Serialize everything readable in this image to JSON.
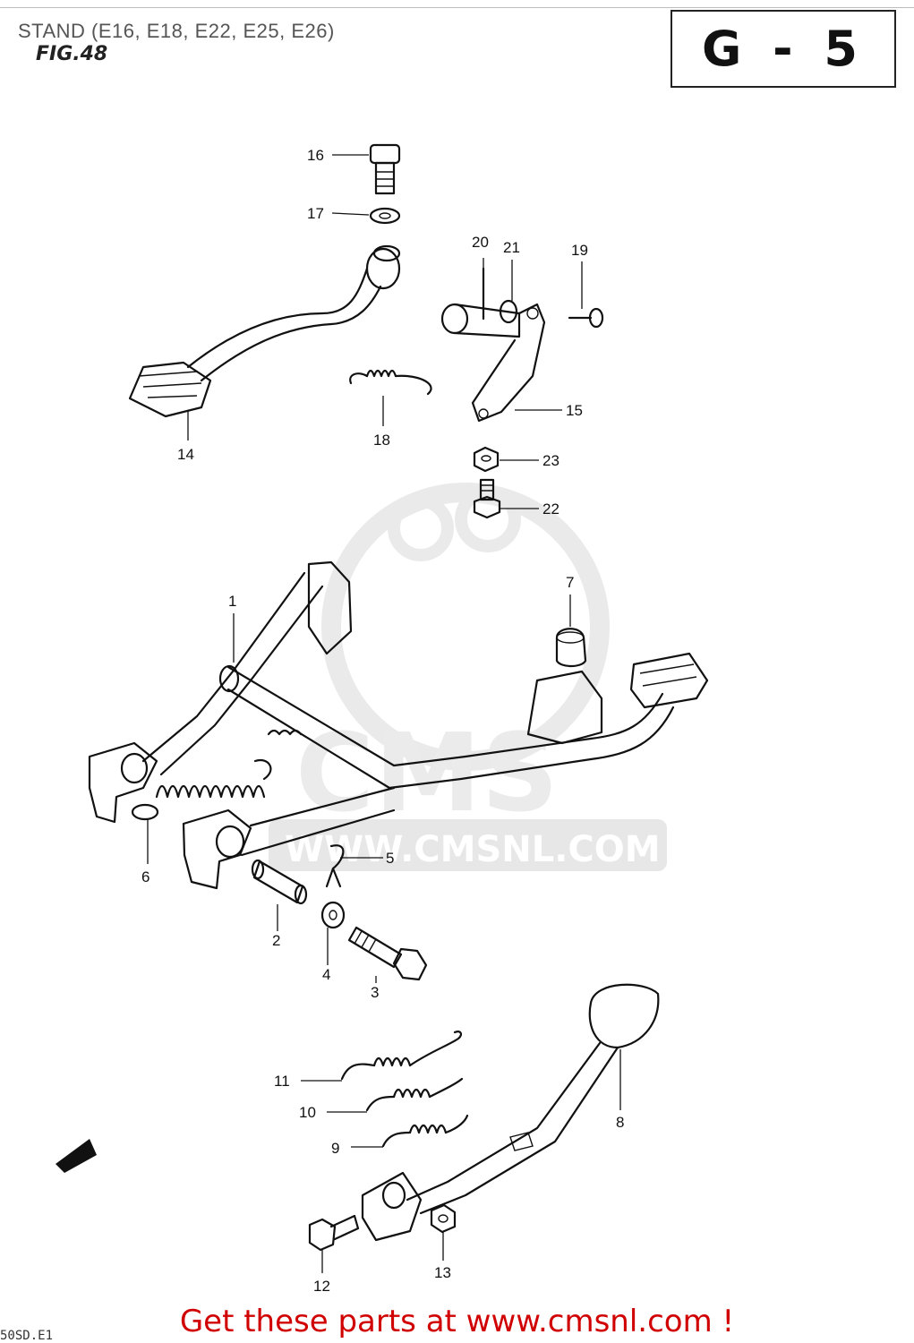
{
  "header": {
    "title": "STAND (E16, E18, E22, E25, E26)",
    "fig_label": "FIG.48",
    "page_code": "G - 5"
  },
  "watermark": {
    "text": "WWW.CMSNL.COM",
    "logo_letters": "CMS"
  },
  "callouts": [
    "1",
    "2",
    "3",
    "4",
    "5",
    "6",
    "7",
    "8",
    "9",
    "10",
    "11",
    "12",
    "13",
    "14",
    "15",
    "16",
    "17",
    "18",
    "19",
    "20",
    "21",
    "22",
    "23"
  ],
  "footer": {
    "text": "Get these parts at www.cmsnl.com !",
    "corner_code": "50SD.E1"
  },
  "colors": {
    "footer_red": "#d10000",
    "watermark_gray": "#d9d9d9",
    "line": "#111111"
  }
}
